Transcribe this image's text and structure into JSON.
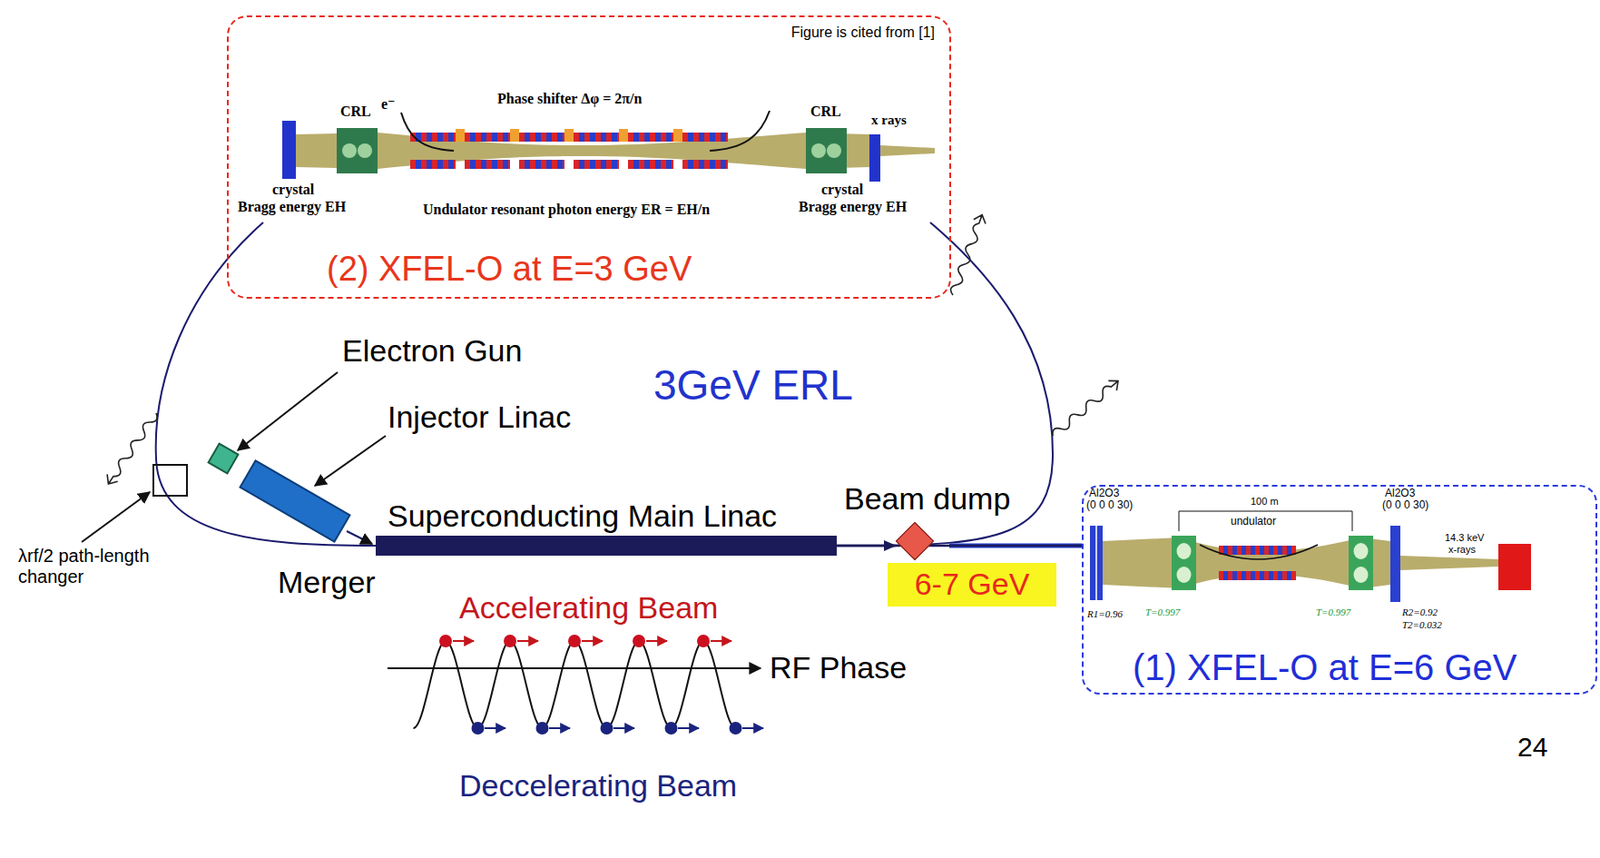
{
  "diagram": {
    "nodes": [
      {
        "text": [
          "Figure is cited from [1]",
          "(2) XFEL-O at E=3 GeV"
        ]
      },
      {
        "text": [
          "Superconducting Main Linac"
        ]
      },
      {
        "text": [
          "Beam dump"
        ]
      },
      {
        "text": [
          "6-7 GeV"
        ]
      },
      {
        "text": [
          "(1) XFEL-O at E=6 GeV"
        ]
      }
    ],
    "edges": [
      {
        "from": 1,
        "to": 2,
        "arrow": "to"
      },
      {
        "from": 1,
        "to": 4,
        "arrow": "none"
      }
    ],
    "labels": [
      "Phase shifter Δφ = 2π/n",
      "CRL",
      "e⁻",
      "CRL",
      "x rays",
      "crystal",
      "Bragg energy EH",
      "Undulator resonant photon energy ER = EH/n",
      "crystal",
      "Bragg energy EH",
      "3GeV ERL",
      "Electron Gun",
      "Injector Linac",
      "λrf/2 path-length changer",
      "Merger",
      "Accelerating Beam",
      "RF Phase",
      "Deccelerating Beam",
      "Al2O3",
      "(0 0 0 30)",
      "100 m",
      "undulator",
      "Al2O3",
      "(0 0 0 30)",
      "14.3 keV",
      "x-rays",
      "R1=0.96",
      "T=0.997",
      "T=0.997",
      "R2=0.92",
      "T2=0.032",
      "24"
    ]
  }
}
